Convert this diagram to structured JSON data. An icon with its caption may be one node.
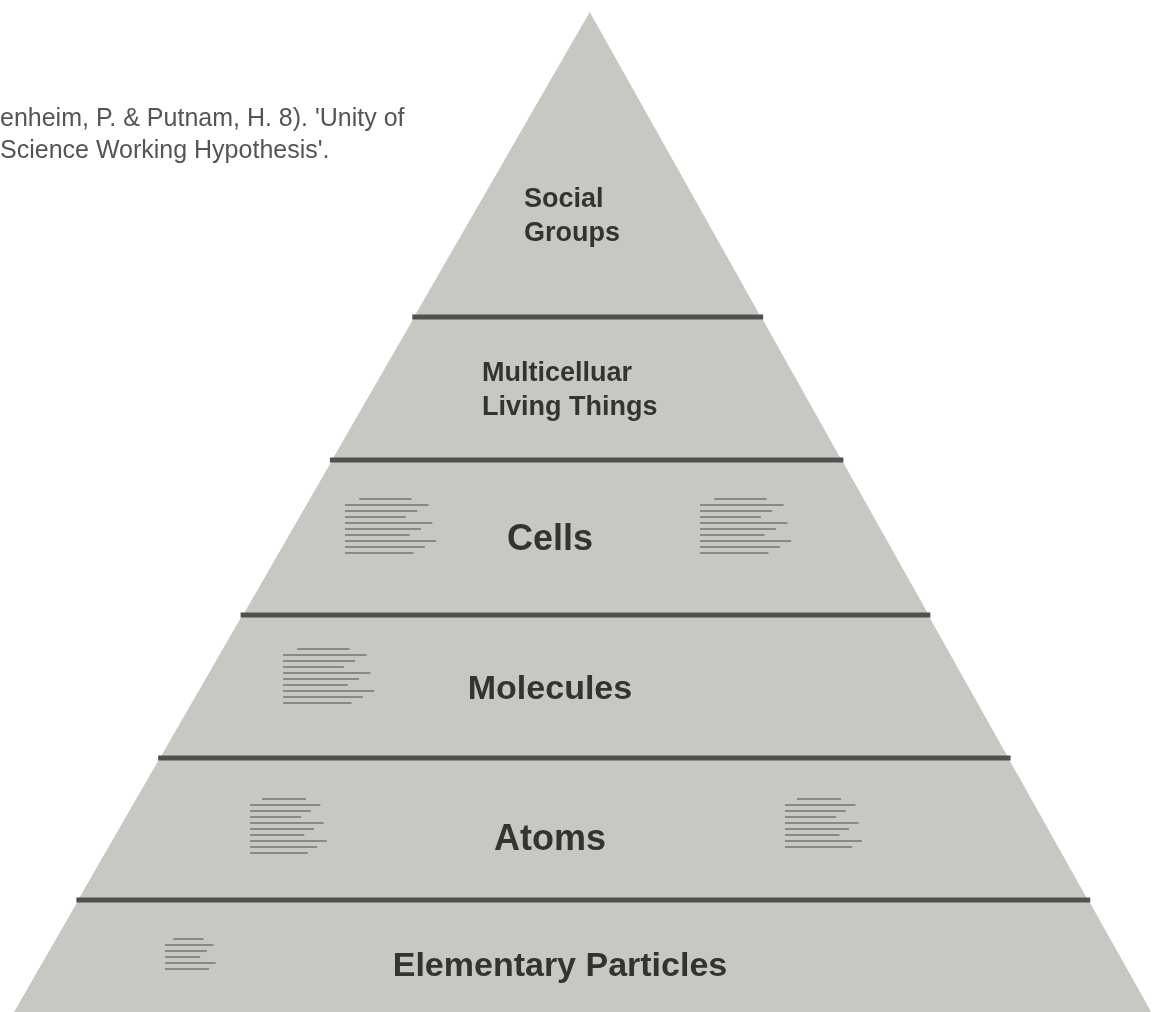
{
  "diagram": {
    "nodes": [
      {
        "text": [
          "Social Groups"
        ]
      },
      {
        "text": [
          "Multicelluar Living Things"
        ]
      },
      {
        "text": [
          "Cells"
        ]
      },
      {
        "text": [
          "Molecules"
        ]
      },
      {
        "text": [
          "Atoms"
        ]
      },
      {
        "text": [
          "Elementary Particles"
        ]
      }
    ],
    "labels": [
      "enheim, P. & Putnam, H. 8). 'Unity of Science Working Hypothesis'."
    ]
  }
}
